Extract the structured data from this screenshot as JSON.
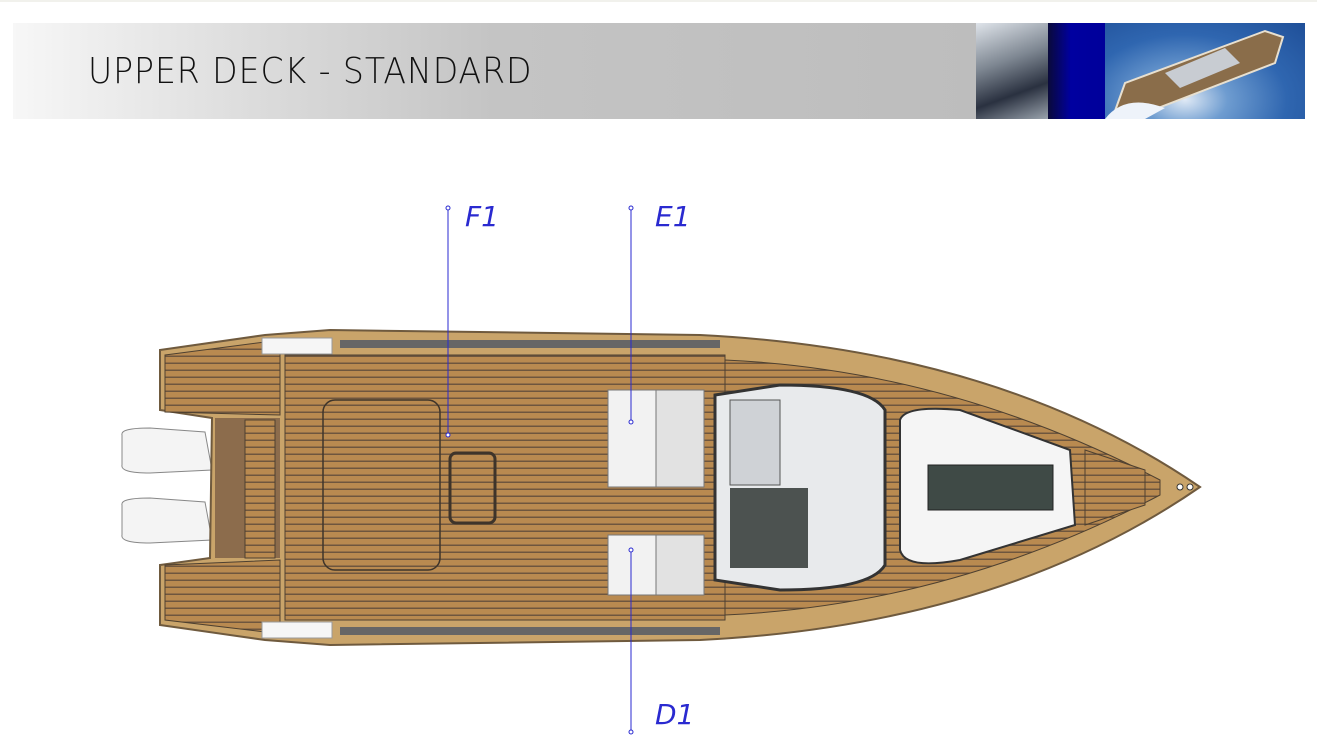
{
  "header": {
    "title": "UPPER DECK - STANDARD"
  },
  "callouts": [
    {
      "label": "F1"
    },
    {
      "label": "E1"
    },
    {
      "label": "D1"
    }
  ],
  "colors": {
    "callout": "#2a2ad0",
    "teak": "#b88a4e",
    "hull": "#c9a46a"
  }
}
